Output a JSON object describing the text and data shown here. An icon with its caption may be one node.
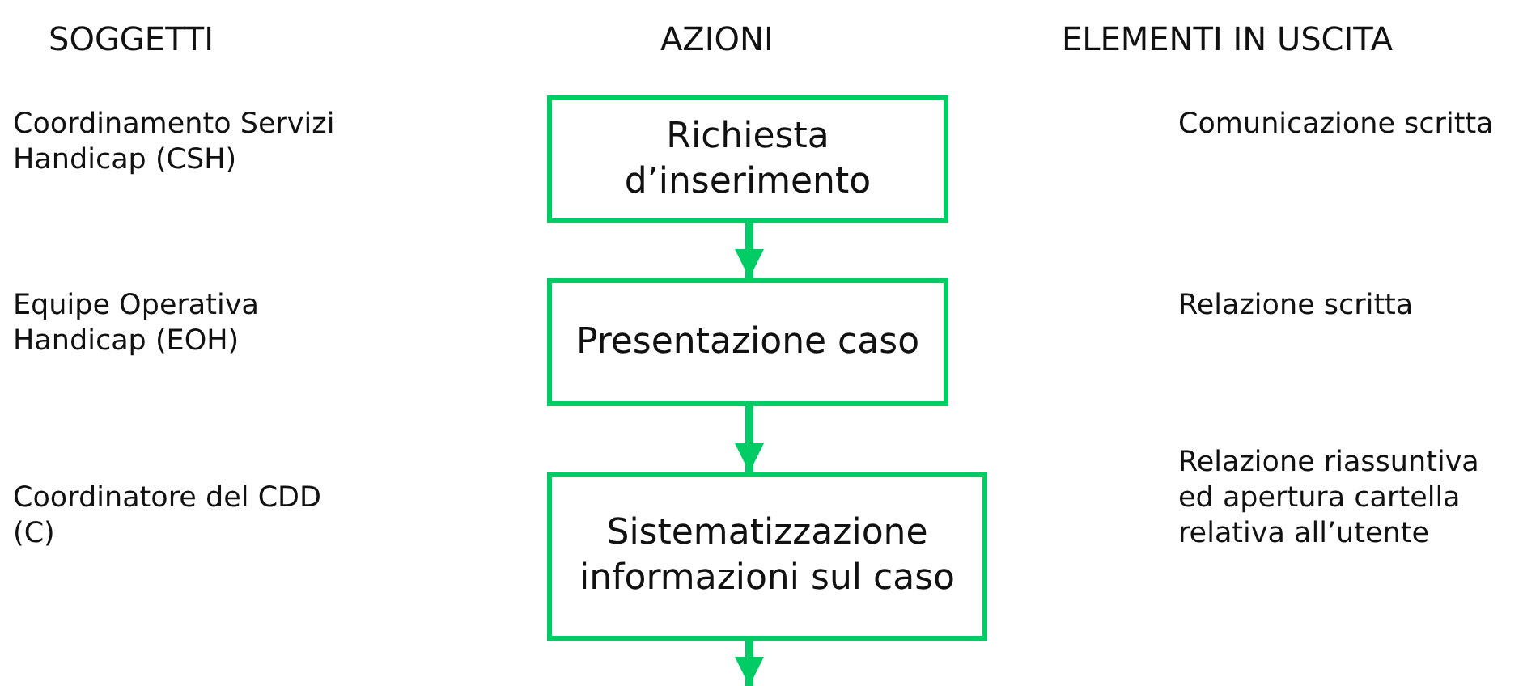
{
  "diagram": {
    "nodes": [
      {
        "text": [
          "Richiesta d’inserimento"
        ]
      },
      {
        "text": [
          "Presentazione caso"
        ]
      },
      {
        "text": [
          "Sistematizzazione informazioni sul caso"
        ]
      }
    ],
    "edges": [
      {
        "from": 0,
        "to": 1,
        "arrow": "to"
      },
      {
        "from": 1,
        "to": 2,
        "arrow": "to"
      },
      {
        "from": 2,
        "to": null,
        "arrow": "to"
      }
    ],
    "labels": [
      "SOGGETTI",
      "AZIONI",
      "ELEMENTI IN USCITA",
      "Coordinamento Servizi Handicap (CSH)",
      "Comunicazione scritta",
      "Equipe Operativa Handicap (EOH)",
      "Relazione scritta",
      "Coordinatore del CDD (C)",
      "Relazione riassuntiva ed apertura cartella relativa all’utente"
    ]
  }
}
